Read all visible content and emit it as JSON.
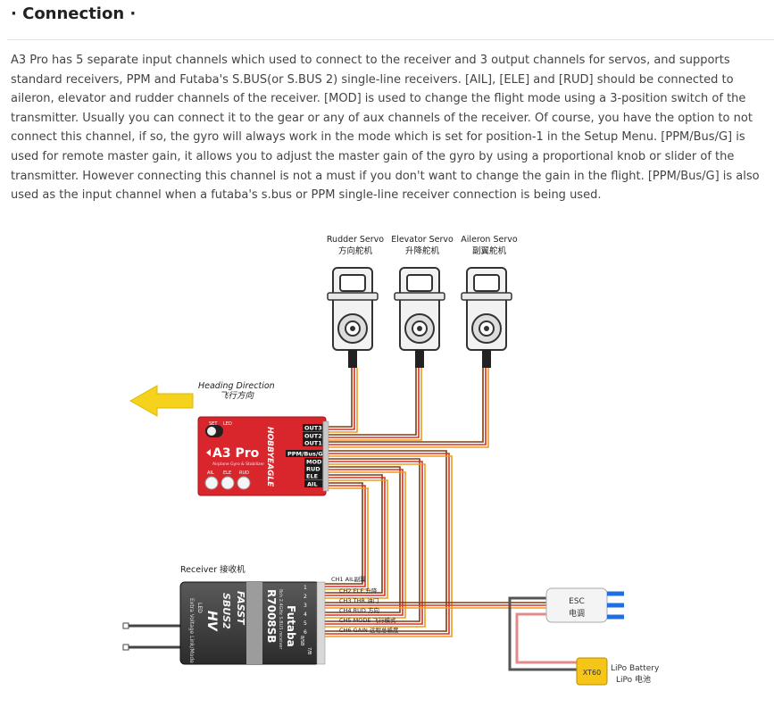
{
  "heading": "· Connection ·",
  "paragraph": "A3 Pro has 5 separate input channels which used to connect to the receiver and 3 output channels for servos, and supports standard receivers, PPM and Futaba's S.BUS(or S.BUS 2) single-line receivers. [AIL], [ELE] and [RUD] should be connected to aileron, elevator and rudder channels of the receiver. [MOD] is used to change the flight mode using a 3-position switch of the transmitter. Usually you can connect it to the gear or any of aux channels of the receiver. Of course, you have the option to not connect this channel, if so, the gyro will always work in the mode which is set for position-1 in the Setup Menu. [PPM/Bus/G] is used for remote master gain, it allows you to adjust the master gain of the gyro by using a proportional knob or slider of the transmitter. However connecting this channel is not a must if you don't want to change the gain in the flight. [PPM/Bus/G] is also used as the input channel when a futaba's s.bus or PPM single-line receiver connection is being used.",
  "diagram": {
    "servos": [
      {
        "name_en": "Rudder Servo",
        "name_cn": "方向舵机"
      },
      {
        "name_en": "Elevator Servo",
        "name_cn": "升降舵机"
      },
      {
        "name_en": "Aileron Servo",
        "name_cn": "副翼舵机"
      }
    ],
    "heading_direction_en": "Heading Direction",
    "heading_direction_cn": "飞行方向",
    "controller": {
      "brand": "HOBBYEAGLE",
      "model": "A3 Pro",
      "tagline": "Airplane Gyro & Stabilizer",
      "button_labels": [
        "SET",
        "LED"
      ],
      "knob_labels": [
        "AIL",
        "ELE",
        "RUD"
      ],
      "ports": [
        "OUT3",
        "OUT2",
        "OUT1",
        "PPM/Bus/G",
        "MOD",
        "RUD",
        "ELE",
        "AIL"
      ]
    },
    "receiver": {
      "label": "Receiver 接收机",
      "brand": "Futaba",
      "model": "R7008SB",
      "subtitle": "8ch 2.4GHz S.BUS receiver",
      "fasst": "FASST",
      "sbus2": "SBUS2",
      "hv": "HV",
      "side_text": "Extra Voltage Link/Mode",
      "led": "LED",
      "channels": [
        "CH1 AIL副翼",
        "CH2 ELE 升降",
        "CH3 THR 油门",
        "CH4 RUD 方向",
        "CH5 MODE 飞行模式",
        "CH6 GAIN 远程总感度"
      ],
      "pin_numbers": [
        "1",
        "2",
        "3",
        "4",
        "5",
        "6",
        "7/B",
        "8/SB"
      ]
    },
    "esc": {
      "name_en": "ESC",
      "name_cn": "电调"
    },
    "battery": {
      "connector": "XT60",
      "name_en": "LiPo Battery",
      "name_cn": "LiPo 电池"
    },
    "colors": {
      "controller_red": "#d9262c",
      "wire_orange": "#f29a1a",
      "wire_red": "#d6302a",
      "wire_brown": "#7a3d12",
      "arrow_yellow": "#f5d21c",
      "esc_blue": "#1f6fe0"
    }
  }
}
